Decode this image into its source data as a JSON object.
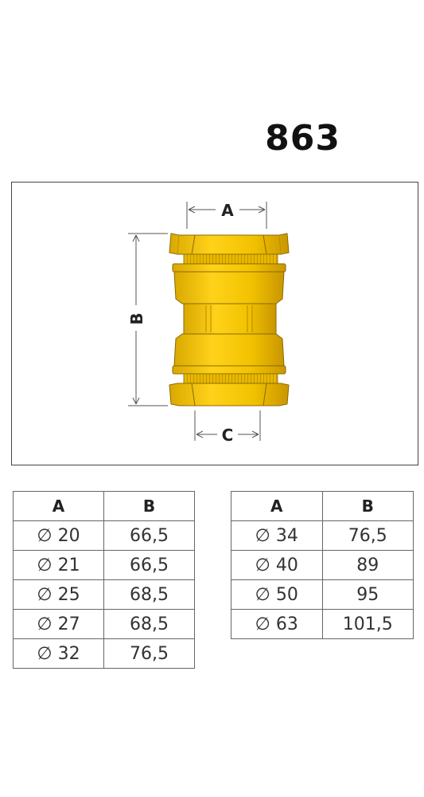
{
  "product_code": "863",
  "diagram": {
    "label_a": "A",
    "label_b": "B",
    "label_c": "C",
    "fitting_color": "#f0c400",
    "fitting_shadow": "#c99a00"
  },
  "tables": [
    {
      "headers": [
        "A",
        "B"
      ],
      "rows": [
        [
          "∅ 20",
          "66,5"
        ],
        [
          "∅ 21",
          "66,5"
        ],
        [
          "∅ 25",
          "68,5"
        ],
        [
          "∅ 27",
          "68,5"
        ],
        [
          "∅ 32",
          "76,5"
        ]
      ]
    },
    {
      "headers": [
        "A",
        "B"
      ],
      "rows": [
        [
          "∅ 34",
          "76,5"
        ],
        [
          "∅ 40",
          "89"
        ],
        [
          "∅ 50",
          "95"
        ],
        [
          "∅ 63",
          "101,5"
        ]
      ]
    }
  ]
}
